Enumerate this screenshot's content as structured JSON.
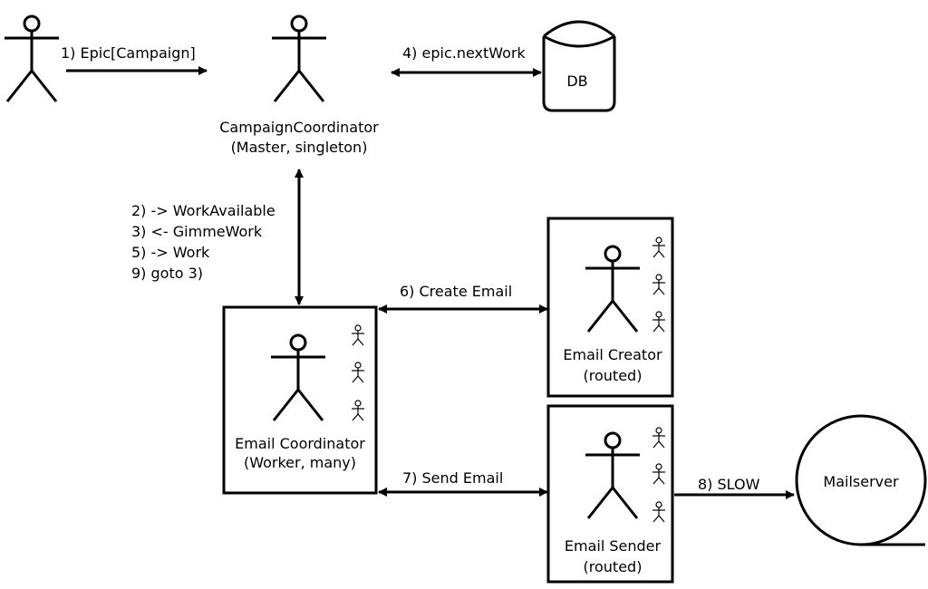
{
  "labels": {
    "step1": "1) Epic[Campaign]",
    "step4": "4) epic.nextWork",
    "db": "DB",
    "campaign_coordinator": "CampaignCoordinator",
    "campaign_coordinator_sub": "(Master, singleton)",
    "messages": [
      "2) -> WorkAvailable",
      "3) <- GimmeWork",
      "5) -> Work",
      "9) goto 3)"
    ],
    "step6": "6) Create Email",
    "step7": "7) Send Email",
    "step8": "8) SLOW",
    "email_coordinator": "Email Coordinator",
    "email_coordinator_sub": "(Worker, many)",
    "email_creator": "Email Creator",
    "email_creator_sub": "(routed)",
    "email_sender": "Email Sender",
    "email_sender_sub": "(routed)",
    "mailserver": "Mailserver"
  },
  "icons": {
    "actor": "stick-figure-icon",
    "database": "database-cylinder-icon",
    "mailserver": "mailserver-circle-icon"
  }
}
